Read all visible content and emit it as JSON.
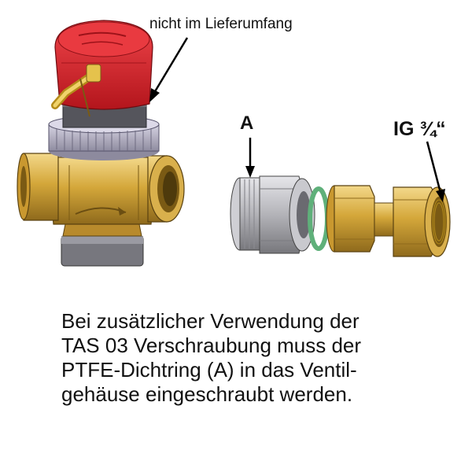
{
  "labels": {
    "not_included": "nicht im Lieferumfang",
    "part_a": "A",
    "thread": "IG ¾“"
  },
  "caption": {
    "lines": [
      "Bei zusätzlicher Verwendung der",
      "TAS 03 Verschraubung muss der",
      "PTFE-Dichtring (A) in das Ventil-",
      "gehäuse eingeschraubt werden."
    ]
  },
  "colors": {
    "actuator_red": "#d8222a",
    "brass": "#d4a73a",
    "steel": "#b8b8bc",
    "ptfe_ring": "#5fb07a",
    "collar": "#a9a6ba"
  }
}
